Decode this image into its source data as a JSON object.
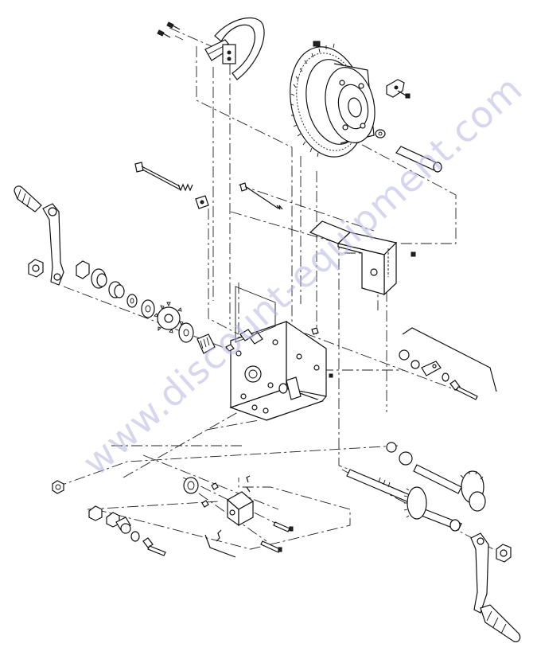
{
  "watermark": {
    "text": "www.discount-equipment.com",
    "color": "#b4b4e0"
  },
  "diagram": {
    "type": "exploded-parts-view",
    "parts": [
      "top-screws",
      "brake-band",
      "drum-gear-with-hub",
      "band-clip",
      "drum-shaft-pin",
      "long-bolt-left",
      "spring-left",
      "clip-small",
      "long-bolt-right",
      "cover-bracket",
      "left-crank-handle",
      "left-nut",
      "washer-stack",
      "sprocket",
      "pinion-gear",
      "side-frame",
      "pawl-assembly",
      "right-shaft",
      "double-gear",
      "right-crank-handle",
      "right-nut",
      "lower-nut",
      "lower-collar",
      "lower-bracket-block",
      "lower-bolts",
      "lower-pawl-parts"
    ]
  }
}
